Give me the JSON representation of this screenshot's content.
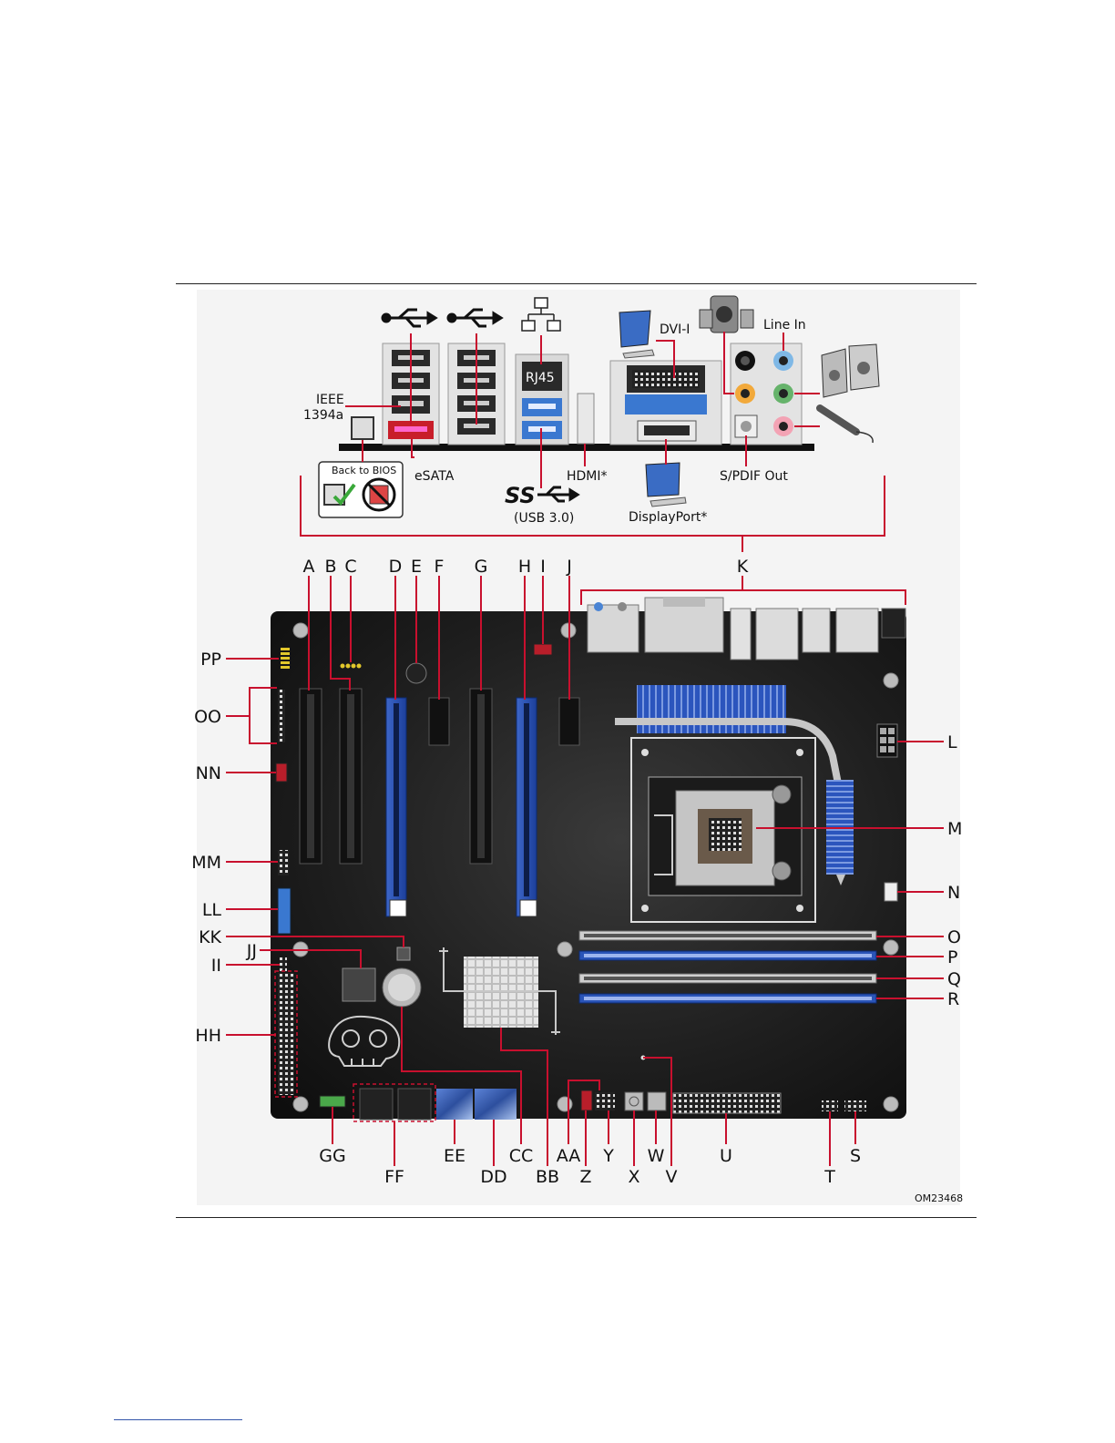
{
  "rear_panel": {
    "ieee": "IEEE",
    "ieee_num": "1394a",
    "back_to_bios": "Back to BIOS",
    "esata": "eSATA",
    "rj45": "RJ45",
    "ss": "SS",
    "usb3": "(USB 3.0)",
    "hdmi": "HDMI*",
    "dvi": "DVI-I",
    "displayport": "DisplayPort*",
    "line_in": "Line In",
    "spdif": "S/PDIF Out"
  },
  "callouts": {
    "top": [
      "A",
      "B",
      "C",
      "D",
      "E",
      "F",
      "G",
      "H",
      "I",
      "J",
      "K"
    ],
    "right": [
      "L",
      "M",
      "N",
      "O",
      "P",
      "Q",
      "R"
    ],
    "left": [
      "PP",
      "OO",
      "NN",
      "MM",
      "LL",
      "KK",
      "JJ",
      "II",
      "HH"
    ],
    "bottom_row1": [
      "GG",
      "EE",
      "CC",
      "AA",
      "Y",
      "W",
      "U",
      "S"
    ],
    "bottom_row2": [
      "FF",
      "DD",
      "BB",
      "Z",
      "X",
      "V",
      "T"
    ]
  },
  "figure_id": "OM23468",
  "colors": {
    "lead": "#c8102e",
    "board": "#1c1c1c",
    "pcie_blue": "#2a54b8",
    "usb3_blue": "#3a78d0"
  }
}
